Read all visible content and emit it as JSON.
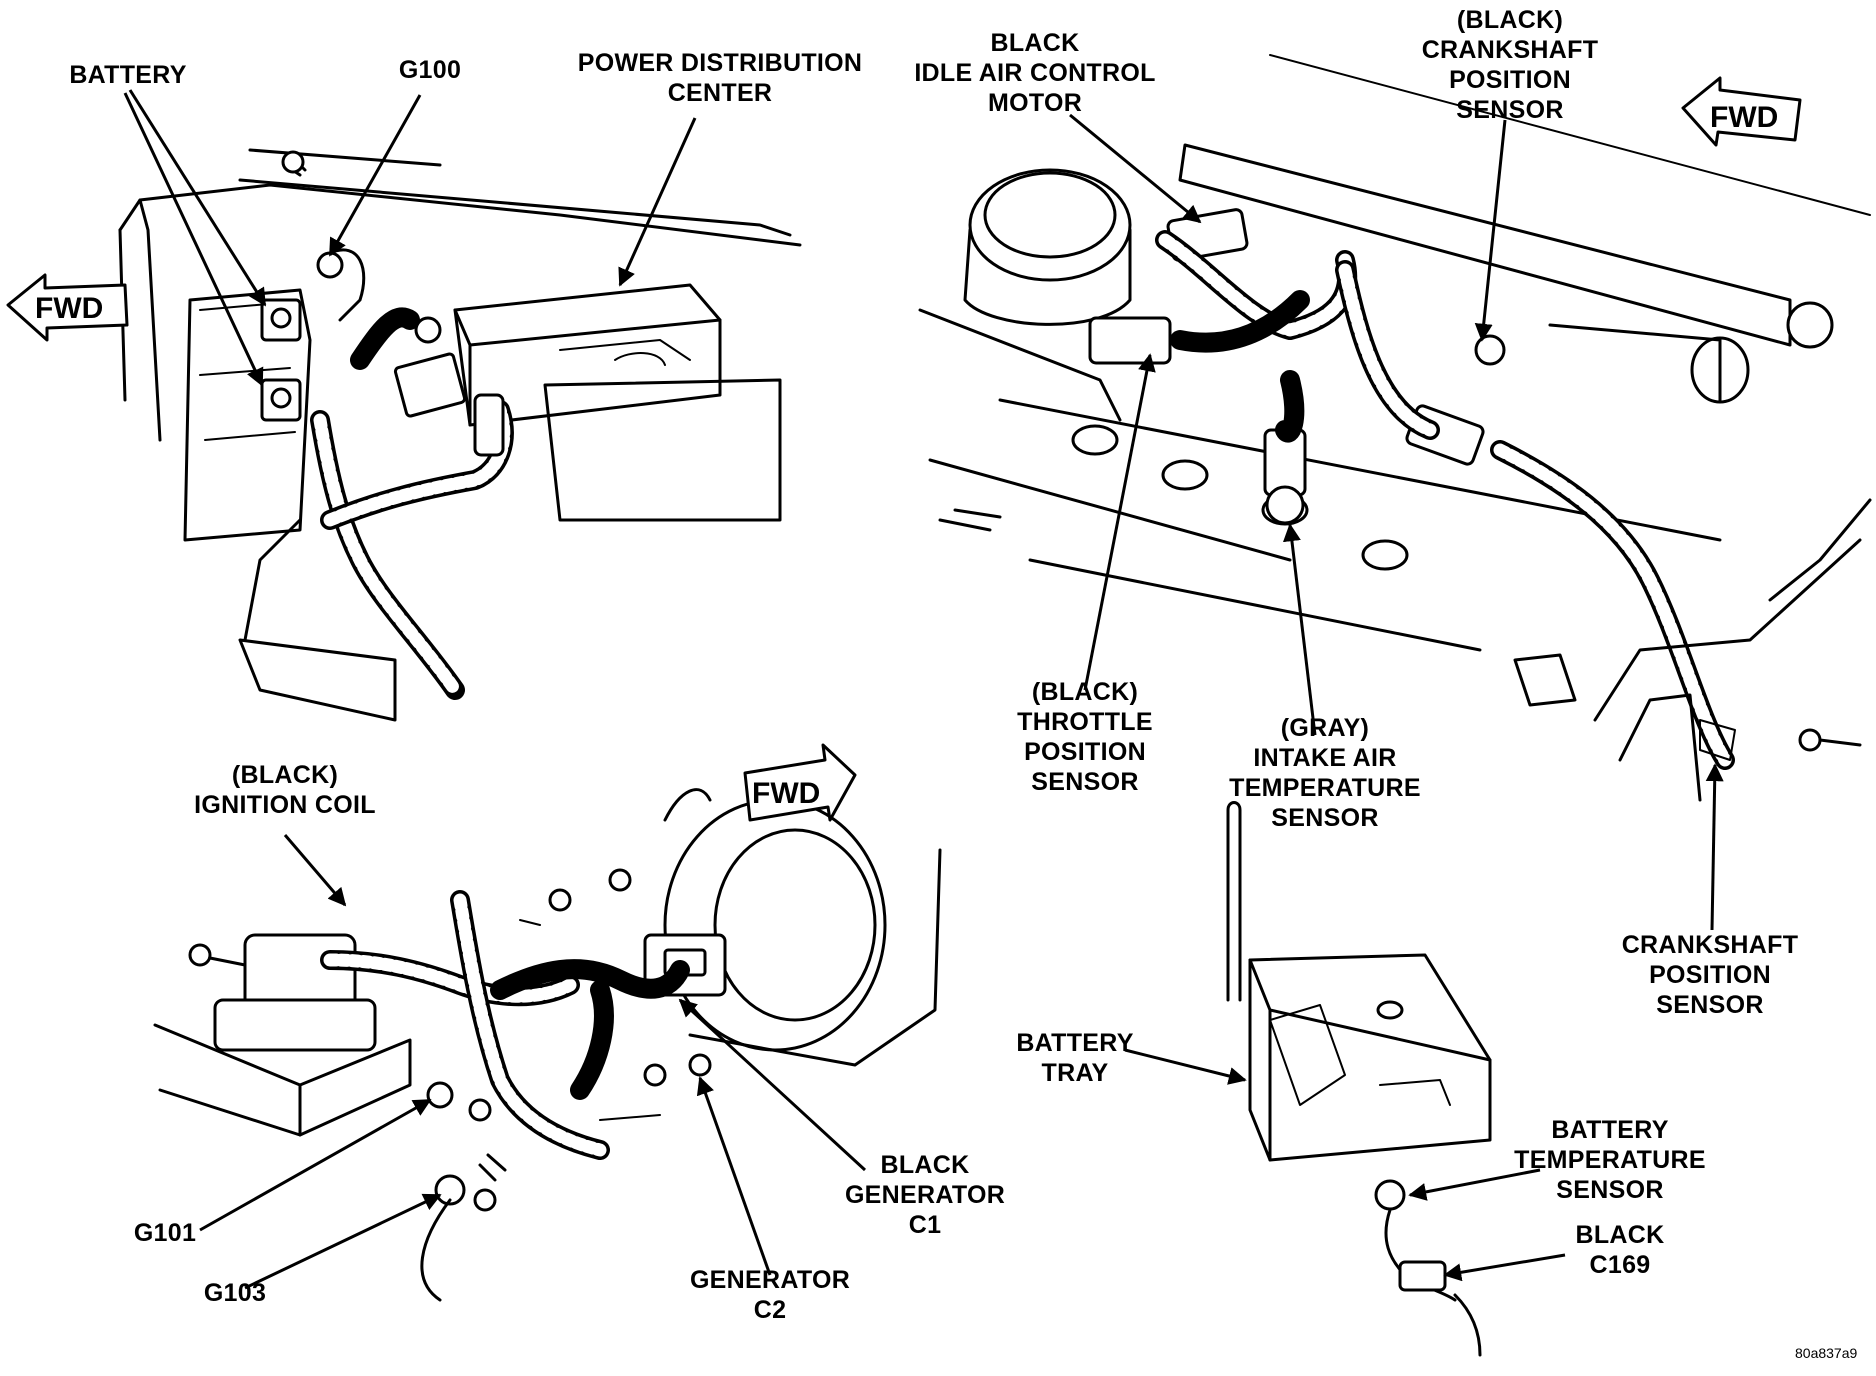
{
  "diagram": {
    "fwd_label": "FWD",
    "image_code": "80a837a9",
    "labels": {
      "battery": [
        "BATTERY"
      ],
      "g100": [
        "G100"
      ],
      "pdc": [
        "POWER DISTRIBUTION",
        "CENTER"
      ],
      "iac": [
        "BLACK",
        "IDLE AIR CONTROL",
        "MOTOR"
      ],
      "ckp_top": [
        "(BLACK)",
        "CRANKSHAFT",
        "POSITION",
        "SENSOR"
      ],
      "tps": [
        "(BLACK)",
        "THROTTLE",
        "POSITION",
        "SENSOR"
      ],
      "iat": [
        "(GRAY)",
        "INTAKE AIR",
        "TEMPERATURE",
        "SENSOR"
      ],
      "ckp_bottom": [
        "CRANKSHAFT",
        "POSITION",
        "SENSOR"
      ],
      "ign_coil": [
        "(BLACK)",
        "IGNITION COIL"
      ],
      "battery_tray": [
        "BATTERY",
        "TRAY"
      ],
      "batt_temp": [
        "BATTERY",
        "TEMPERATURE",
        "SENSOR"
      ],
      "c169": [
        "BLACK",
        "C169"
      ],
      "gen_c1": [
        "BLACK",
        "GENERATOR",
        "C1"
      ],
      "gen_c2": [
        "GENERATOR",
        "C2"
      ],
      "g101": [
        "G101"
      ],
      "g103": [
        "G103"
      ]
    }
  }
}
